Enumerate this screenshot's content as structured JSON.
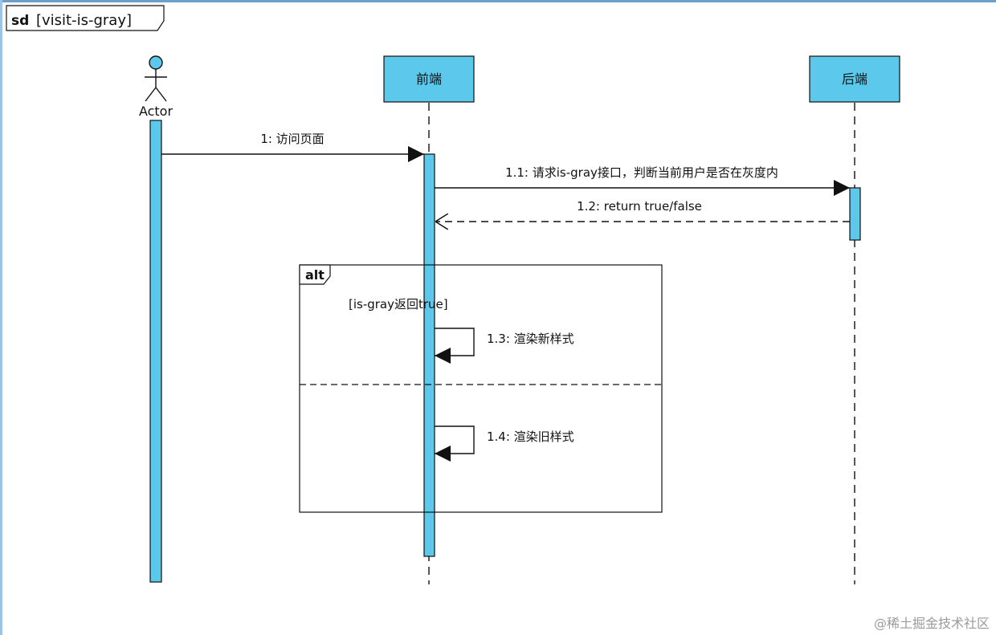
{
  "frame": {
    "keyword": "sd",
    "name": "[visit-is-gray]"
  },
  "actor": {
    "label": "Actor"
  },
  "participants": [
    {
      "label": "前端"
    },
    {
      "label": "后端"
    }
  ],
  "messages": [
    {
      "label": "1: 访问页面"
    },
    {
      "label": "1.1: 请求is-gray接口，判断当前用户是否在灰度内"
    },
    {
      "label": "1.2: return true/false"
    },
    {
      "label": "1.3: 渲染新样式"
    },
    {
      "label": "1.4: 渲染旧样式"
    }
  ],
  "fragment": {
    "operator": "alt",
    "guard": "[is-gray返回true]"
  },
  "watermark": "@稀土掘金技术社区",
  "colors": {
    "participant_fill": "#5bc8ec",
    "activation_fill": "#5bc8ec",
    "line": "#111111"
  }
}
